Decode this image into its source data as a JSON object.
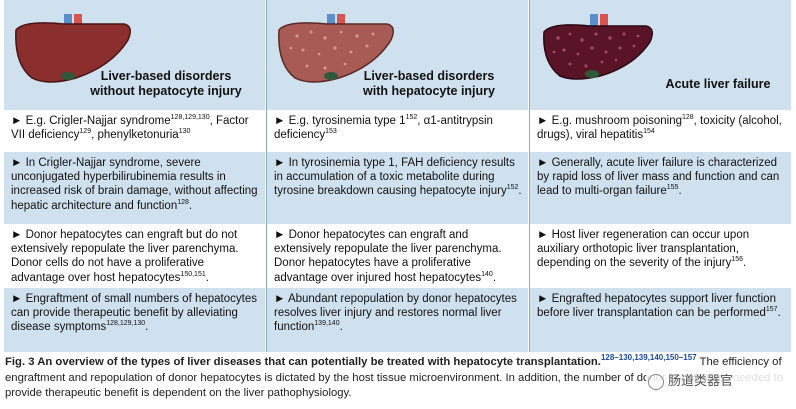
{
  "columns": [
    {
      "title": "Liver-based disorders\nwithout hepatocyte injury",
      "liver_style": "healthy",
      "row1": {
        "a": "► E.g. Crigler-Najjar syndrome",
        "a_sup": "128,129,130",
        "b": ", Factor VII deficiency",
        "b_sup": "129",
        "c": ", phenylketonuria",
        "c_sup": "130"
      },
      "row2": {
        "text": "► In Crigler-Najjar syndrome, severe unconjugated hyperbilirubinemia results in increased risk of brain damage, without affecting hepatic architecture and function",
        "sup": "128",
        "end": "."
      },
      "row3": {
        "text": "► Donor hepatocytes can engraft but do not extensively repopulate the liver parenchyma. Donor cells do not have a proliferative advantage over host hepatocytes",
        "sup": "150,151",
        "end": "."
      },
      "row4": {
        "text": "► Engraftment of small numbers of hepatocytes can provide therapeutic benefit by alleviating disease symptoms",
        "sup": "128,129,130",
        "end": "."
      }
    },
    {
      "title": "Liver-based disorders\nwith hepatocyte injury",
      "liver_style": "injured",
      "row1": {
        "a": "► E.g. tyrosinemia type 1",
        "a_sup": "152",
        "b": ", α1-antitrypsin deficiency",
        "b_sup": "153",
        "c": "",
        "c_sup": ""
      },
      "row2": {
        "text": "► In tyrosinemia type 1, FAH deficiency results in accumulation of a toxic metabolite during tyrosine breakdown causing hepatocyte injury",
        "sup": "152",
        "end": "."
      },
      "row3": {
        "text": "► Donor hepatocytes can engraft and extensively repopulate the liver parenchyma. Donor hepatocytes have a proliferative advantage over injured host hepatocytes",
        "sup": "140",
        "end": "."
      },
      "row4": {
        "text": "► Abundant repopulation by donor hepatocytes resolves liver injury and restores normal liver function",
        "sup": "139,140",
        "end": "."
      }
    },
    {
      "title": "Acute liver failure",
      "liver_style": "failure",
      "row1": {
        "a": "► E.g. mushroom poisoning",
        "a_sup": "128",
        "b": ", toxicity (alcohol, drugs), viral hepatitis",
        "b_sup": "154",
        "c": "",
        "c_sup": ""
      },
      "row2": {
        "text": "► Generally, acute liver failure is characterized by rapid loss of liver mass and function and can lead to multi-organ failure",
        "sup": "155",
        "end": "."
      },
      "row3": {
        "text": "► Host liver regeneration can occur upon auxiliary orthotopic liver transplantation, depending on the severity of the injury",
        "sup": "156",
        "end": "."
      },
      "row4": {
        "text": "► Engrafted hepatocytes support liver function before liver transplantation can be performed",
        "sup": "157",
        "end": "."
      }
    }
  ],
  "caption": {
    "label": "Fig. 3 An overview of the types of liver diseases that can potentially be treated with hepatocyte transplantation.",
    "refs": "128–130,139,140,150–157",
    "body": " The efficiency of engraftment and repopulation of donor hepatocytes is dictated by the host tissue microenvironment. In addition, the number of donor hepatocytes needed to provide therapeutic benefit is dependent on the liver pathophysiology."
  },
  "watermark": {
    "text": "肠道类器官"
  },
  "colors": {
    "header_bg": "#cfe1ef",
    "liver_healthy": "#8b2e2e",
    "liver_injured": "#a85a55",
    "liver_failure": "#5a1428",
    "gallbladder": "#2e5a3a",
    "vessel_blue": "#5b8fc9",
    "vessel_red": "#d9534f"
  }
}
